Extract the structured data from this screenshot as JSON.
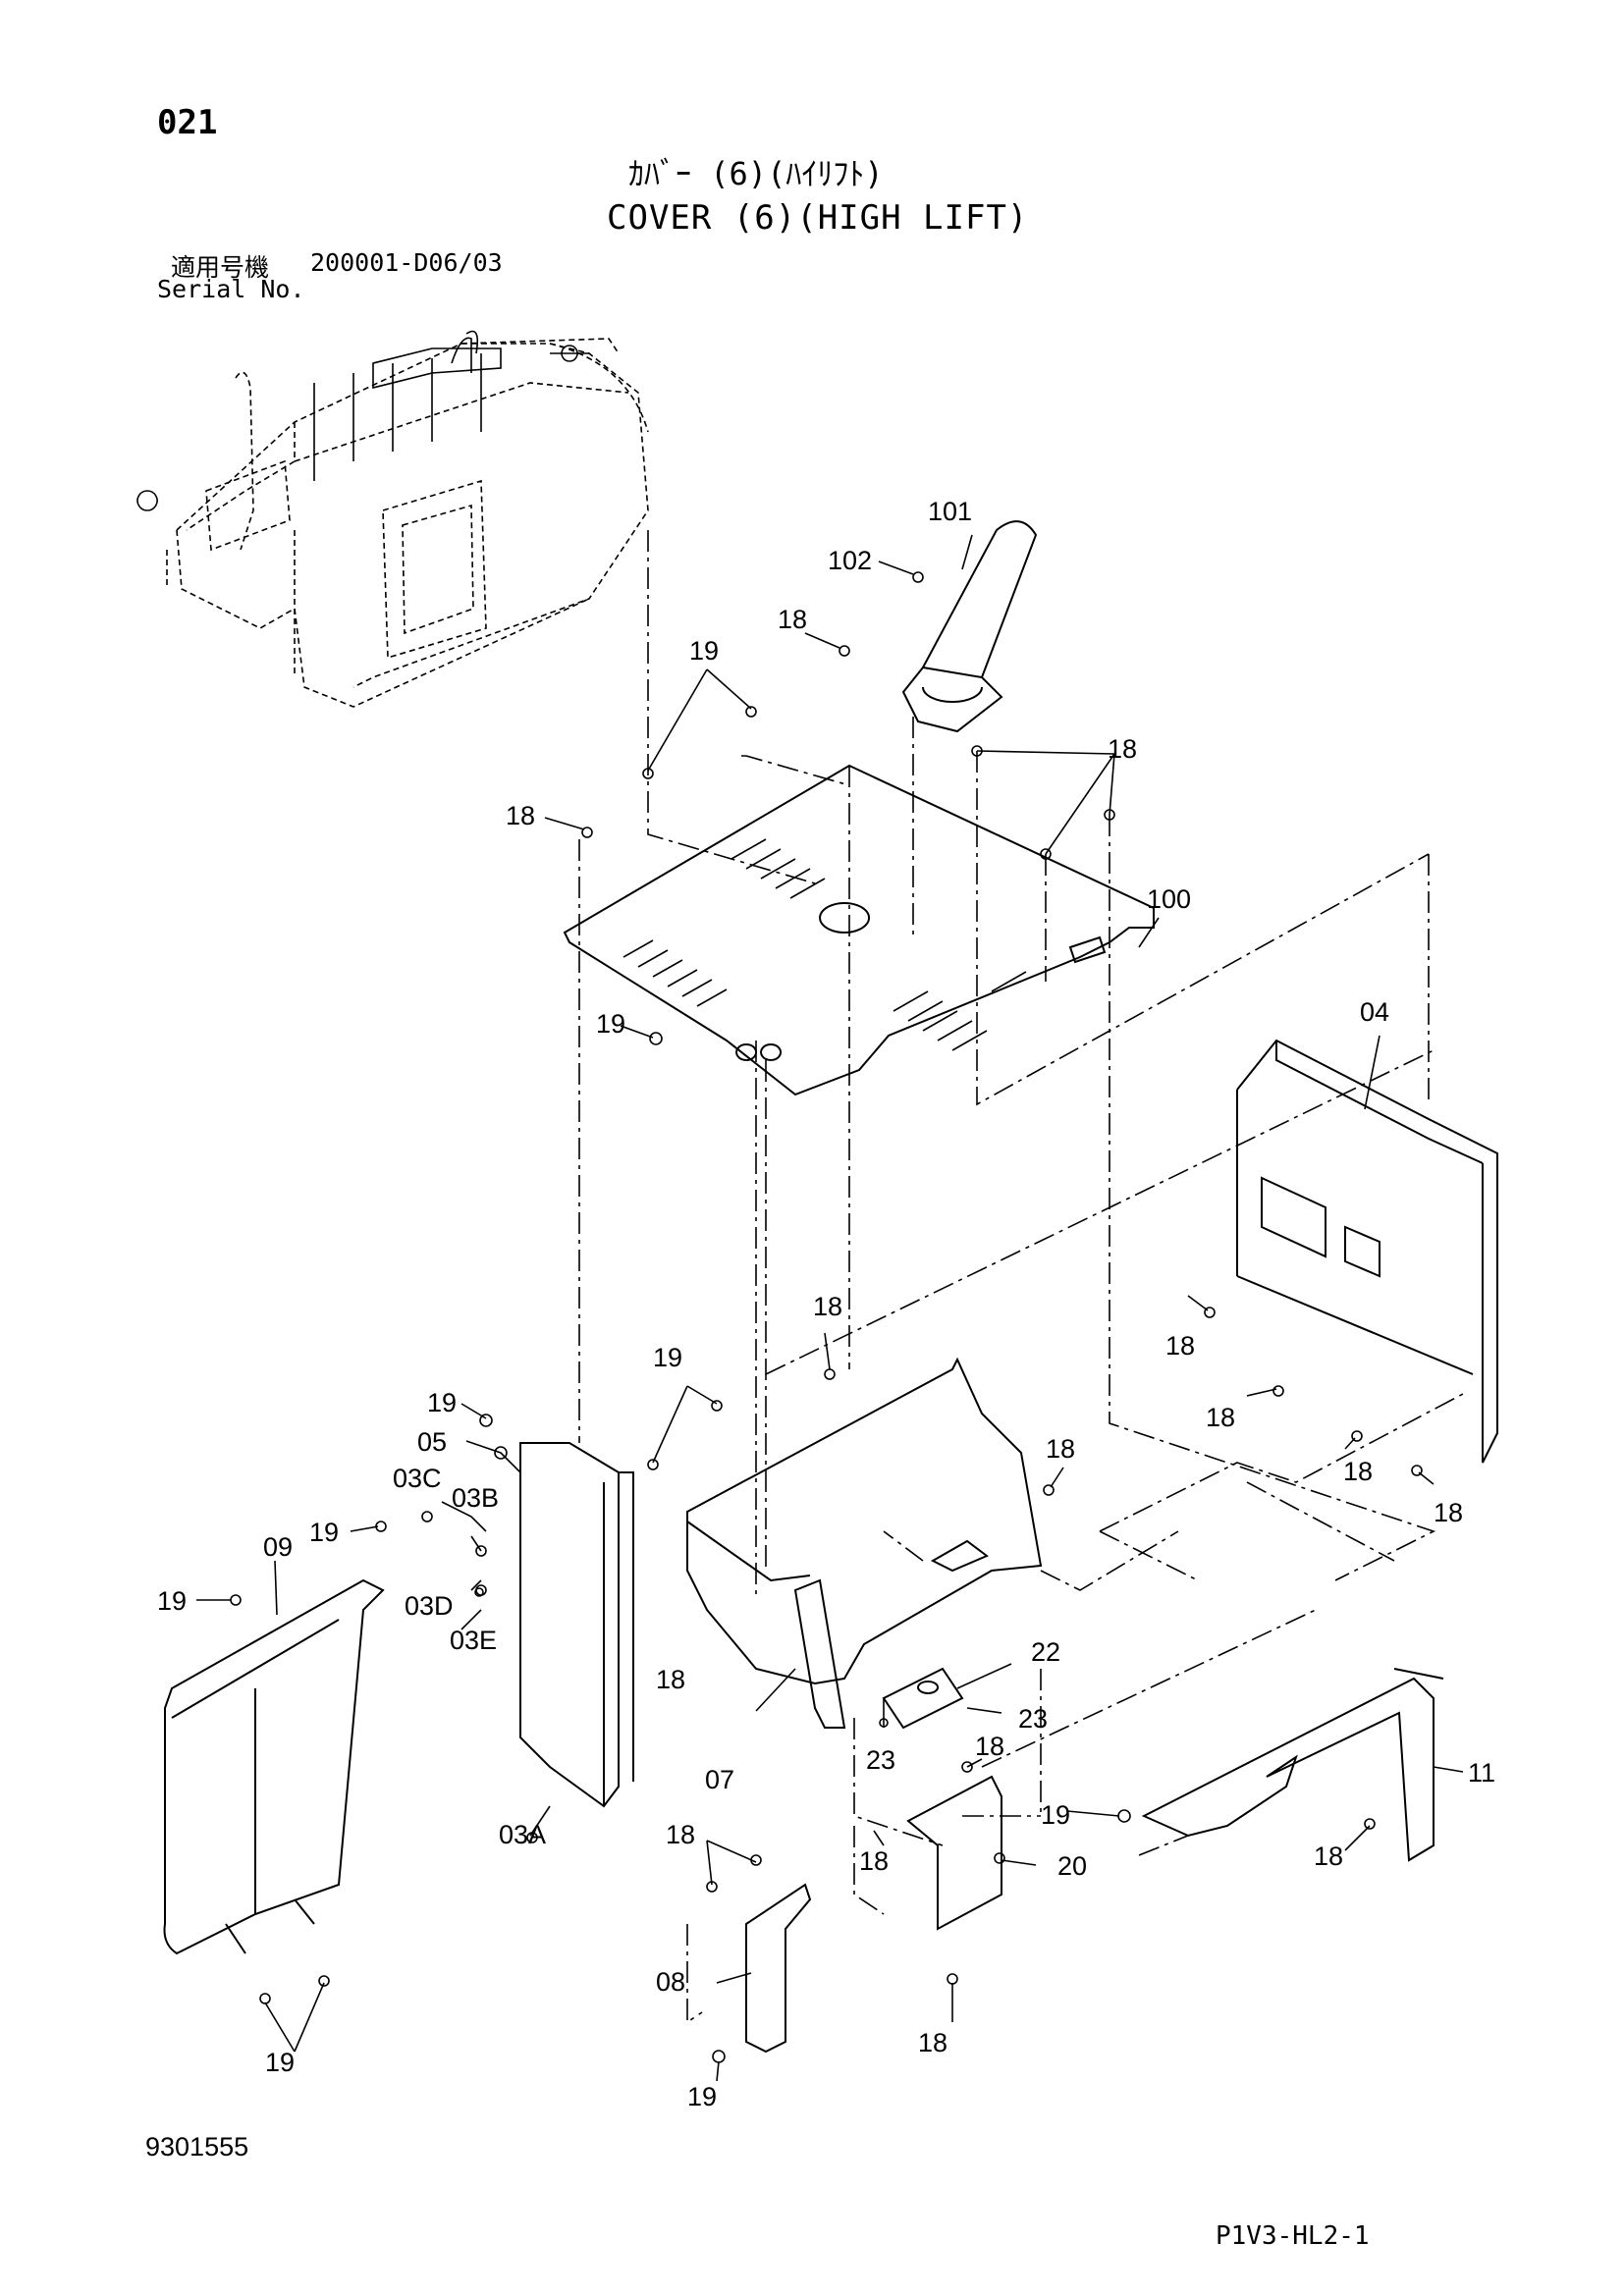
{
  "header": {
    "page_number": "021",
    "title_jp": "ｶﾊﾞｰ (6)(ﾊｲﾘﾌﾄ)",
    "title_en": "COVER (6)(HIGH LIFT)",
    "serial_label_jp": "適用号機",
    "serial_value": "200001-D06/03",
    "serial_label_en": "Serial No."
  },
  "callouts": {
    "c101": "101",
    "c102": "102",
    "c100": "100",
    "c18a": "18",
    "c18b": "18",
    "c18c": "18",
    "c18d": "18",
    "c18e": "18",
    "c18f": "18",
    "c18g": "18",
    "c18h": "18",
    "c18i": "18",
    "c18j": "18",
    "c18k": "18",
    "c18l": "18",
    "c18m": "18",
    "c18n": "18",
    "c18o": "18",
    "c19a": "19",
    "c19b": "19",
    "c19c": "19",
    "c19d": "19",
    "c19e": "19",
    "c19f": "19",
    "c19g": "19",
    "c19h": "19",
    "c19i": "19",
    "c04": "04",
    "c05": "05",
    "c03C": "03C",
    "c03B": "03B",
    "c03D": "03D",
    "c03E": "03E",
    "c03A": "03A",
    "c09": "09",
    "c07": "07",
    "c08": "08",
    "c22": "22",
    "c23a": "23",
    "c23b": "23",
    "c20": "20",
    "c11": "11"
  },
  "footer": {
    "document_number": "9301555",
    "page_code": "P1V3-HL2-1"
  }
}
